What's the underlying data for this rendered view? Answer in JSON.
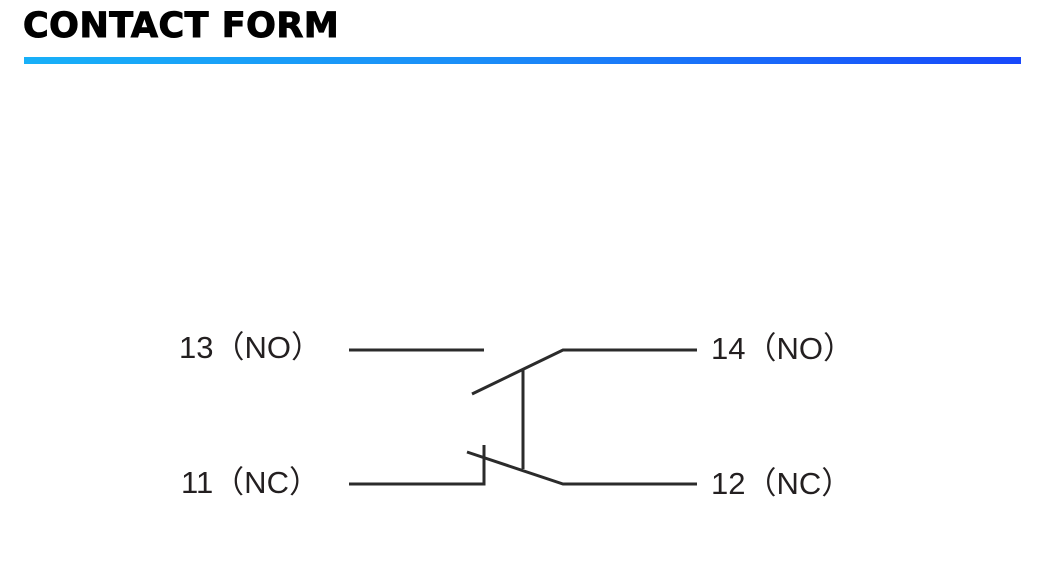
{
  "header": {
    "title": "CONTACT FORM",
    "underline_gradient": [
      "#18b0f8",
      "#1848fb"
    ]
  },
  "diagram": {
    "type": "switch-contact-symbol",
    "description": "Single pole changeover contact: NO pair 13-14 and NC pair 11-12 linked by a mechanical actuator",
    "line_color": "#2b2b2b",
    "terminals": {
      "t13": {
        "number": "13",
        "type": "NO",
        "label": "13（NO）"
      },
      "t14": {
        "number": "14",
        "type": "NO",
        "label": "14（NO）"
      },
      "t11": {
        "number": "11",
        "type": "NC",
        "label": "11（NC）"
      },
      "t12": {
        "number": "12",
        "type": "NC",
        "label": "12（NC）"
      }
    }
  }
}
